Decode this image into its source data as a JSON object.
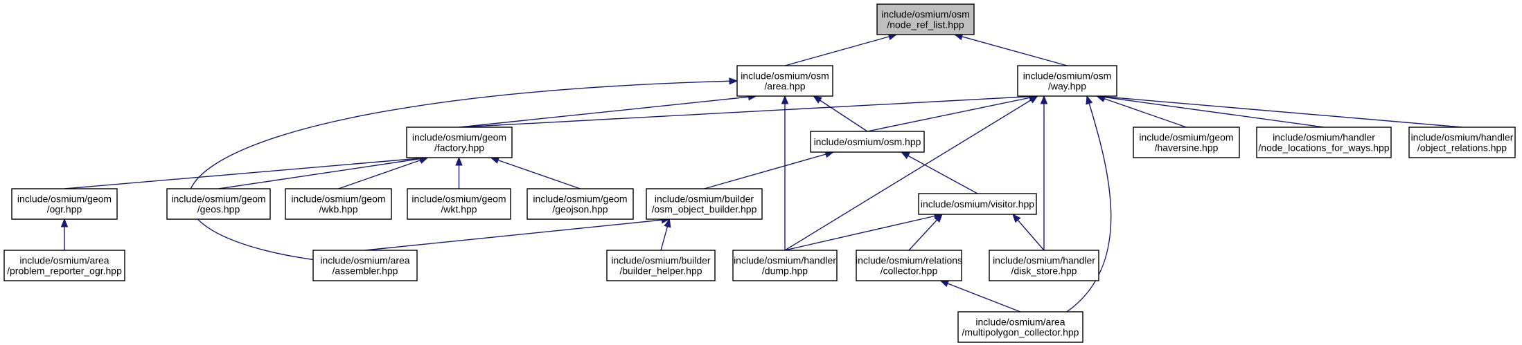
{
  "nodes": [
    {
      "id": "node_ref_list",
      "lines": [
        "include/osmium/osm",
        "/node_ref_list.hpp"
      ],
      "root": true
    },
    {
      "id": "area",
      "lines": [
        "include/osmium/osm",
        "/area.hpp"
      ]
    },
    {
      "id": "way",
      "lines": [
        "include/osmium/osm",
        "/way.hpp"
      ]
    },
    {
      "id": "factory",
      "lines": [
        "include/osmium/geom",
        "/factory.hpp"
      ]
    },
    {
      "id": "osm",
      "lines": [
        "include/osmium/osm.hpp"
      ]
    },
    {
      "id": "haversine",
      "lines": [
        "include/osmium/geom",
        "/haversine.hpp"
      ]
    },
    {
      "id": "node_locations",
      "lines": [
        "include/osmium/handler",
        "/node_locations_for_ways.hpp"
      ]
    },
    {
      "id": "object_relations",
      "lines": [
        "include/osmium/handler",
        "/object_relations.hpp"
      ]
    },
    {
      "id": "ogr",
      "lines": [
        "include/osmium/geom",
        "/ogr.hpp"
      ]
    },
    {
      "id": "geos",
      "lines": [
        "include/osmium/geom",
        "/geos.hpp"
      ]
    },
    {
      "id": "wkb",
      "lines": [
        "include/osmium/geom",
        "/wkb.hpp"
      ]
    },
    {
      "id": "wkt",
      "lines": [
        "include/osmium/geom",
        "/wkt.hpp"
      ]
    },
    {
      "id": "geojson",
      "lines": [
        "include/osmium/geom",
        "/geojson.hpp"
      ]
    },
    {
      "id": "osm_object_builder",
      "lines": [
        "include/osmium/builder",
        "/osm_object_builder.hpp"
      ]
    },
    {
      "id": "visitor",
      "lines": [
        "include/osmium/visitor.hpp"
      ]
    },
    {
      "id": "problem_reporter_ogr",
      "lines": [
        "include/osmium/area",
        "/problem_reporter_ogr.hpp"
      ]
    },
    {
      "id": "assembler",
      "lines": [
        "include/osmium/area",
        "/assembler.hpp"
      ]
    },
    {
      "id": "builder_helper",
      "lines": [
        "include/osmium/builder",
        "/builder_helper.hpp"
      ]
    },
    {
      "id": "dump",
      "lines": [
        "include/osmium/handler",
        "/dump.hpp"
      ]
    },
    {
      "id": "collector",
      "lines": [
        "include/osmium/relations",
        "/collector.hpp"
      ]
    },
    {
      "id": "disk_store",
      "lines": [
        "include/osmium/handler",
        "/disk_store.hpp"
      ]
    },
    {
      "id": "multipolygon_collector",
      "lines": [
        "include/osmium/area",
        "/multipolygon_collector.hpp"
      ]
    }
  ],
  "edges": [
    {
      "from": "area",
      "to": "node_ref_list"
    },
    {
      "from": "way",
      "to": "node_ref_list"
    },
    {
      "from": "factory",
      "to": "area"
    },
    {
      "from": "factory",
      "to": "way"
    },
    {
      "from": "osm",
      "to": "area"
    },
    {
      "from": "osm",
      "to": "way"
    },
    {
      "from": "assembler",
      "to": "area"
    },
    {
      "from": "dump",
      "to": "area"
    },
    {
      "from": "haversine",
      "to": "way"
    },
    {
      "from": "node_locations",
      "to": "way"
    },
    {
      "from": "object_relations",
      "to": "way"
    },
    {
      "from": "dump",
      "to": "way"
    },
    {
      "from": "disk_store",
      "to": "way"
    },
    {
      "from": "multipolygon_collector",
      "to": "way"
    },
    {
      "from": "ogr",
      "to": "factory"
    },
    {
      "from": "geos",
      "to": "factory"
    },
    {
      "from": "wkb",
      "to": "factory"
    },
    {
      "from": "wkt",
      "to": "factory"
    },
    {
      "from": "geojson",
      "to": "factory"
    },
    {
      "from": "osm_object_builder",
      "to": "osm"
    },
    {
      "from": "visitor",
      "to": "osm"
    },
    {
      "from": "problem_reporter_ogr",
      "to": "ogr"
    },
    {
      "from": "assembler",
      "to": "osm_object_builder"
    },
    {
      "from": "builder_helper",
      "to": "osm_object_builder"
    },
    {
      "from": "dump",
      "to": "visitor"
    },
    {
      "from": "collector",
      "to": "visitor"
    },
    {
      "from": "disk_store",
      "to": "visitor"
    },
    {
      "from": "multipolygon_collector",
      "to": "collector"
    }
  ]
}
